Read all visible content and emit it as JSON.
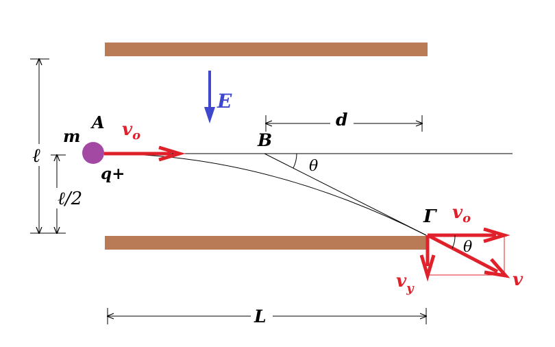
{
  "labels": {
    "field": "E",
    "point_a": "A",
    "point_b": "B",
    "point_gamma": "Γ",
    "mass": "m",
    "charge": "q+",
    "v0_start": "v",
    "v0_start_sub": "o",
    "v0_end": "v",
    "v0_end_sub": "o",
    "vy": "v",
    "vy_sub": "y",
    "v": "v",
    "theta_b": "θ",
    "theta_gamma": "θ",
    "distance_d": "d",
    "length_l": "L",
    "plate_gap": "ℓ",
    "half_gap": "ℓ/2"
  },
  "colors": {
    "plate": "#b97a56",
    "field_arrow": "#3f48cc",
    "velocity_arrow": "#e0202a",
    "particle": "#a349a4",
    "line": "#000000"
  }
}
